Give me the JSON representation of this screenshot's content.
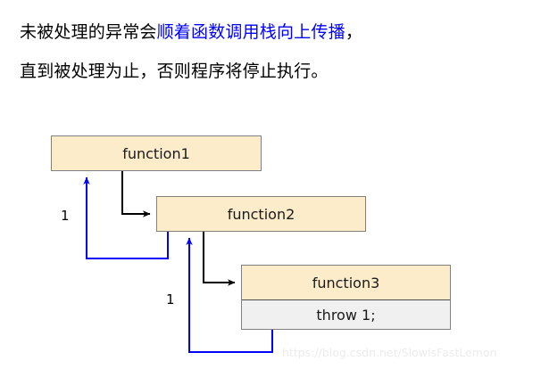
{
  "intro": {
    "line1_black_prefix": "未被处理的异常会",
    "line1_blue": "顺着函数调用栈向上传播",
    "line1_black_suffix": "，",
    "line2": "直到被处理为止，否则程序将停止执行。",
    "highlight_color": "#0000ff",
    "text_color": "#000000"
  },
  "diagram": {
    "type": "call-stack-exception-propagation",
    "box_fill": "#fdecca",
    "box_border": "#808080",
    "body_fill": "#f0f0f0",
    "call_arrow_color": "#000000",
    "throw_arrow_color": "#0000ff",
    "boxes": [
      {
        "id": "function1",
        "title": "function1"
      },
      {
        "id": "function2",
        "title": "function2"
      },
      {
        "id": "function3",
        "title": "function3",
        "body": "throw 1;"
      }
    ],
    "edges": [
      {
        "from": "function1",
        "to": "function2",
        "kind": "call",
        "label": ""
      },
      {
        "from": "function2",
        "to": "function3",
        "kind": "call",
        "label": ""
      },
      {
        "from": "function2",
        "to": "function1",
        "kind": "throw",
        "label": "1"
      },
      {
        "from": "function3",
        "to": "function2",
        "kind": "throw",
        "label": "1"
      }
    ]
  },
  "watermark": {
    "text": "https://blog.csdn.net/SlowIsFastLemon"
  }
}
